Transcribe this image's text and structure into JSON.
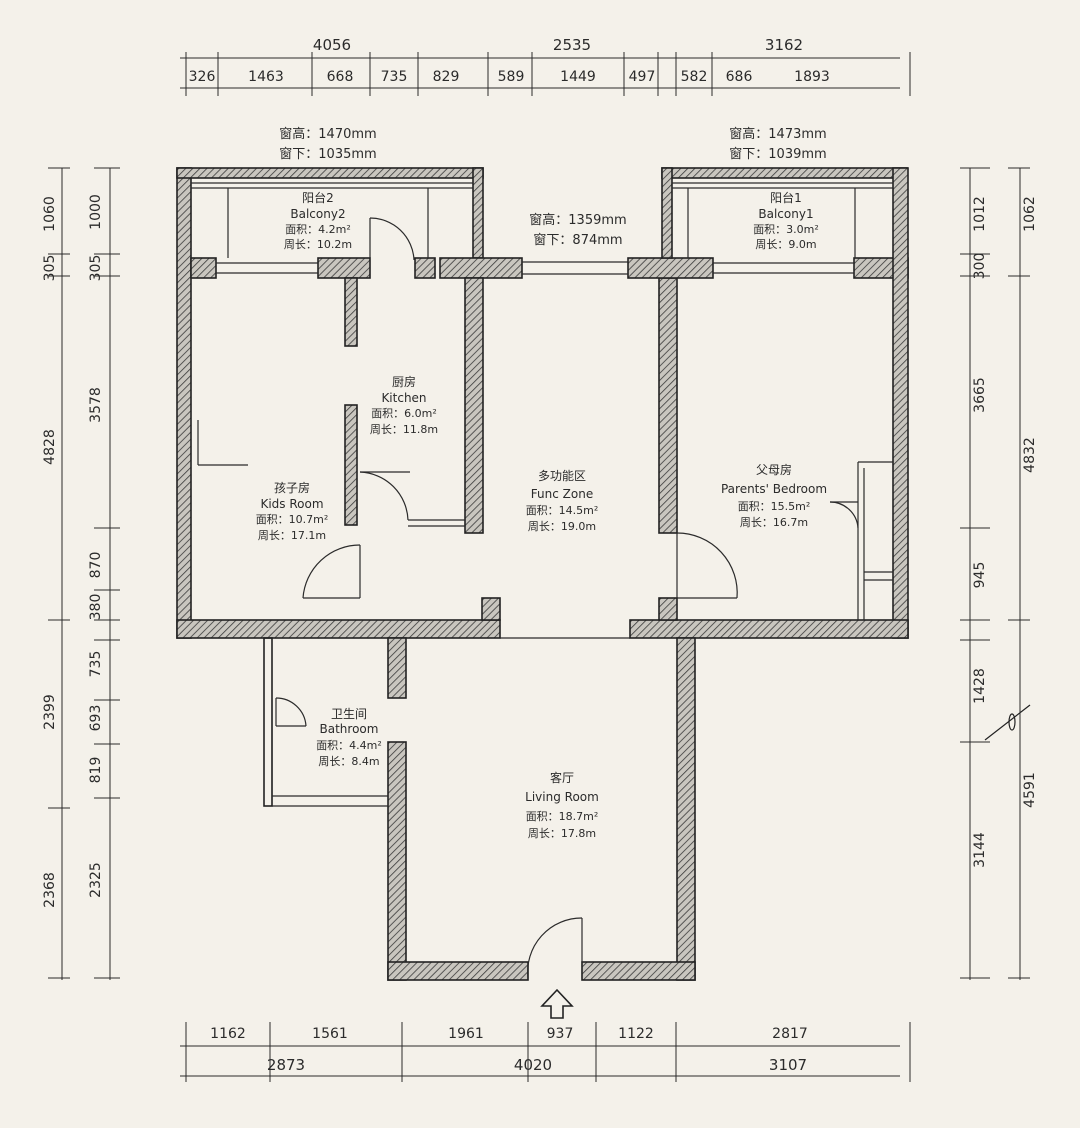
{
  "top_dims": {
    "overall": [
      "4056",
      "2535",
      "3162"
    ],
    "detail": [
      "326",
      "1463",
      "668",
      "735",
      "829",
      "589",
      "1449",
      "497",
      "582",
      "686",
      "1893"
    ]
  },
  "bottom_dims": {
    "detail": [
      "1162",
      "1561",
      "1961",
      "937",
      "1122",
      "2817"
    ],
    "overall": [
      "2873",
      "4020",
      "3107"
    ]
  },
  "left_dims": {
    "outer": [
      "1060",
      "305",
      "4828",
      "2399",
      "2368"
    ],
    "inner": [
      "1000",
      "305",
      "3578",
      "870",
      "380",
      "735",
      "693",
      "819",
      "2325"
    ]
  },
  "right_dims": {
    "inner": [
      "1012",
      "300",
      "3665",
      "945",
      "1428",
      "3144"
    ],
    "outer": [
      "1062",
      "4832",
      "4591"
    ]
  },
  "windows": {
    "balcony2_height": "窗高：1470mm",
    "balcony2_sill": "窗下：1035mm",
    "balcony1_height": "窗高：1473mm",
    "balcony1_sill": "窗下：1039mm",
    "func_height": "窗高：1359mm",
    "func_sill": "窗下：874mm"
  },
  "rooms": {
    "balcony2": {
      "name_cn": "阳台2",
      "name_en": "Balcony2",
      "area": "面积：4.2m²",
      "perimeter": "周长：10.2m"
    },
    "balcony1": {
      "name_cn": "阳台1",
      "name_en": "Balcony1",
      "area": "面积：3.0m²",
      "perimeter": "周长：9.0m"
    },
    "kitchen": {
      "name_cn": "厨房",
      "name_en": "Kitchen",
      "area": "面积：6.0m²",
      "perimeter": "周长：11.8m"
    },
    "kids": {
      "name_cn": "孩子房",
      "name_en": "Kids Room",
      "area": "面积：10.7m²",
      "perimeter": "周长：17.1m"
    },
    "func": {
      "name_cn": "多功能区",
      "name_en": "Func Zone",
      "area": "面积：14.5m²",
      "perimeter": "周长：19.0m"
    },
    "parents": {
      "name_cn": "父母房",
      "name_en": "Parents' Bedroom",
      "area": "面积：15.5m²",
      "perimeter": "周长：16.7m"
    },
    "bathroom": {
      "name_cn": "卫生间",
      "name_en": "Bathroom",
      "area": "面积：4.4m²",
      "perimeter": "周长：8.4m"
    },
    "living": {
      "name_cn": "客厅",
      "name_en": "Living Room",
      "area": "面积：18.7m²",
      "perimeter": "周长：17.8m"
    }
  },
  "colors": {
    "paper": "#f4f1ea",
    "ink": "#2b2b2b",
    "wall_fill": "#9a9894"
  },
  "icons": {
    "entrance": "entrance-arrow-icon",
    "north": "north-marker-icon"
  }
}
